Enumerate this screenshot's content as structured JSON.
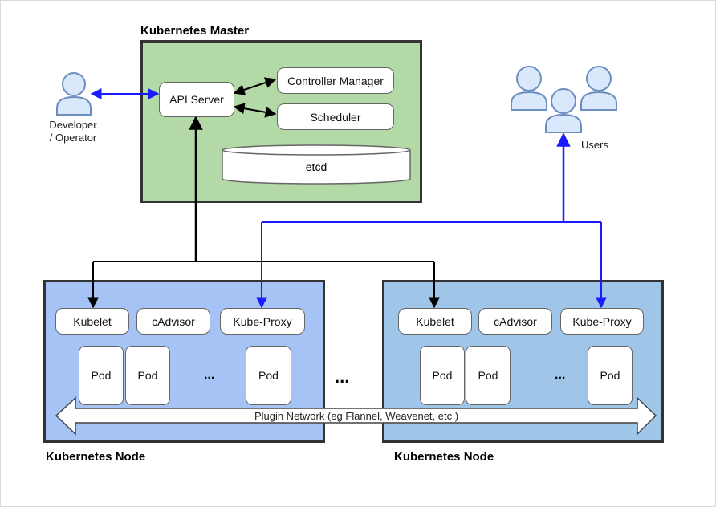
{
  "master": {
    "title": "Kubernetes Master",
    "api_server": "API Server",
    "controller_manager": "Controller Manager",
    "scheduler": "Scheduler",
    "etcd": "etcd"
  },
  "developer": {
    "line1": "Developer",
    "line2": "/ Operator"
  },
  "users": {
    "label": "Users"
  },
  "nodes": [
    {
      "title": "Kubernetes Node",
      "kubelet": "Kubelet",
      "cadvisor": "cAdvisor",
      "kube_proxy": "Kube-Proxy",
      "pods": [
        "Pod",
        "Pod",
        "Pod"
      ],
      "ellipsis": "..."
    },
    {
      "title": "Kubernetes Node",
      "kubelet": "Kubelet",
      "cadvisor": "cAdvisor",
      "kube_proxy": "Kube-Proxy",
      "pods": [
        "Pod",
        "Pod",
        "Pod"
      ],
      "ellipsis": "..."
    }
  ],
  "between_nodes": "...",
  "network": {
    "label": "Plugin Network (eg Flannel, Weavenet, etc )"
  },
  "colors": {
    "master_fill": "#b3d9a7",
    "node1_fill": "#a5c4f5",
    "node2_fill": "#9fc5e8",
    "person_fill": "#dae8fc",
    "person_stroke": "#6c8ebf",
    "blue_link": "#1a1aff",
    "black_link": "#000000"
  },
  "icons": [
    "person-icon"
  ]
}
